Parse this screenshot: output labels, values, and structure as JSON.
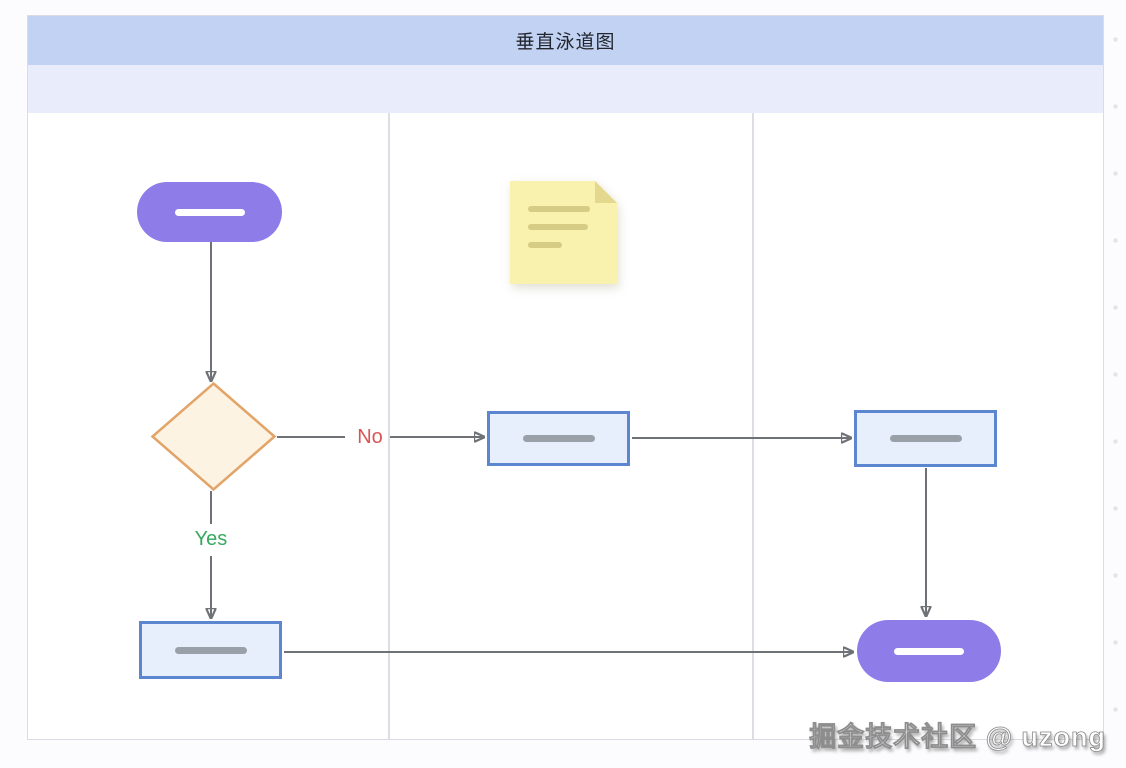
{
  "diagram": {
    "title": "垂直泳道图",
    "lane_count": 3,
    "nodes": [
      {
        "id": "start",
        "shape": "stadium",
        "lane": 1
      },
      {
        "id": "note",
        "shape": "sticky-note",
        "lane": 2
      },
      {
        "id": "decision",
        "shape": "diamond",
        "lane": 1
      },
      {
        "id": "process-1",
        "shape": "rectangle",
        "lane": 2
      },
      {
        "id": "process-2",
        "shape": "rectangle",
        "lane": 3
      },
      {
        "id": "process-3",
        "shape": "rectangle",
        "lane": 1
      },
      {
        "id": "end",
        "shape": "stadium",
        "lane": 3
      }
    ],
    "edges": [
      {
        "from": "start",
        "to": "decision",
        "label": ""
      },
      {
        "from": "decision",
        "to": "process-1",
        "label": "No"
      },
      {
        "from": "process-1",
        "to": "process-2",
        "label": ""
      },
      {
        "from": "decision",
        "to": "process-3",
        "label": "Yes"
      },
      {
        "from": "process-2",
        "to": "end",
        "label": ""
      },
      {
        "from": "process-3",
        "to": "end",
        "label": ""
      }
    ]
  },
  "watermark": {
    "text": "掘金技术社区 @ uzong"
  },
  "colors": {
    "title-bar-bg": "#c2d2f2",
    "lane-header-bg": "#e9edfb",
    "title-text": "#23262e",
    "frame-border": "#d9dce3",
    "lane-divider": "#dcdee3",
    "dot-grid": "#e4e4e8",
    "stadium-fill": "#8e7de9",
    "process-fill": "#e7effc",
    "process-border": "#5d86d0",
    "placeholder-bar": "#9aa0a8",
    "diamond-fill": "#fdf3e2",
    "diamond-border": "#e2a468",
    "note-fill": "#f9f1ae",
    "note-fold": "#e3d88e",
    "note-line": "#d6cc85",
    "connector": "#6e7277",
    "arrowhead": "#53585f",
    "no-label": "#d95555",
    "yes-label": "#36a95e"
  }
}
